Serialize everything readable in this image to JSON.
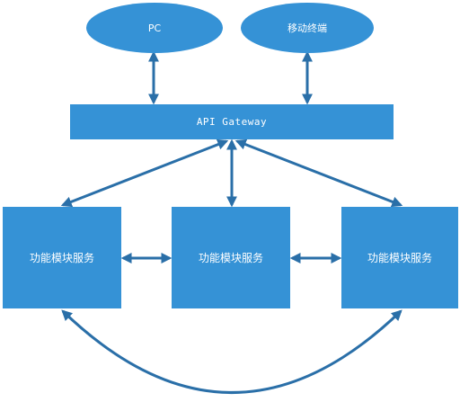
{
  "clients": [
    {
      "label": "PC"
    },
    {
      "label": "移动终端"
    }
  ],
  "gateway": {
    "label": "API Gateway"
  },
  "modules": [
    {
      "label": "功能模块服务"
    },
    {
      "label": "功能模块服务"
    },
    {
      "label": "功能模块服务"
    }
  ],
  "colors": {
    "fill": "#3592d6",
    "connector": "#2a6fa8",
    "text": "#ffffff"
  }
}
